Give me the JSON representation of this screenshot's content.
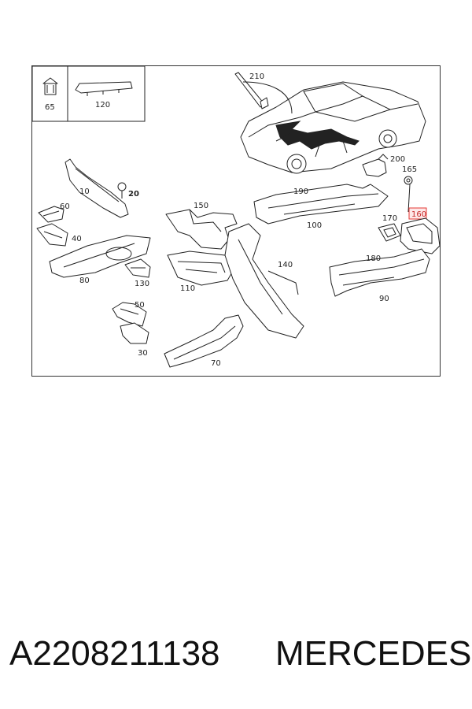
{
  "diagram": {
    "labels": {
      "p65": "65",
      "p120": "120",
      "p210": "210",
      "p200": "200",
      "p165": "165",
      "p160": "160",
      "p170": "170",
      "p190": "190",
      "p100": "100",
      "p150": "150",
      "p10": "10",
      "p20": "20",
      "p60": "60",
      "p40": "40",
      "p80": "80",
      "p130": "130",
      "p110": "110",
      "p140": "140",
      "p180": "180",
      "p90": "90",
      "p50": "50",
      "p30": "30",
      "p70": "70"
    },
    "highlight_label": "160",
    "highlight_color": "#e53935"
  },
  "footer": {
    "part_number": "A2208211138",
    "brand": "MERCEDES"
  }
}
